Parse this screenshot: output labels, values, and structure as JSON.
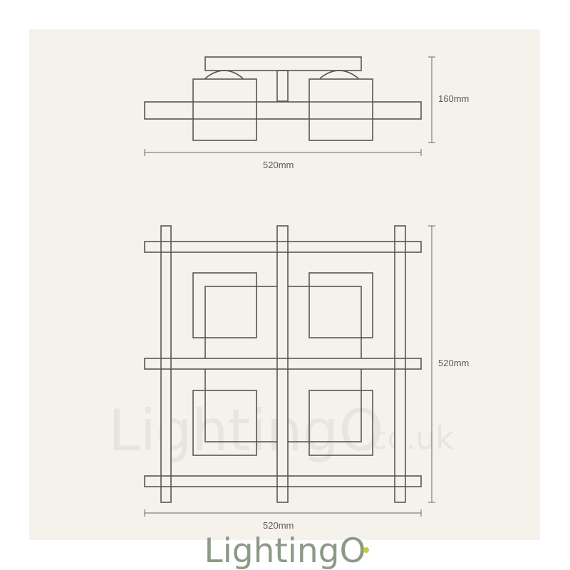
{
  "dimensions": {
    "top_width": "520mm",
    "top_height": "160mm",
    "bottom_height": "520mm",
    "bottom_width": "520mm"
  },
  "watermark": {
    "main": "LightingO",
    "suffix": ".co.uk"
  },
  "brand": {
    "text": "LightingO",
    "color": "#8c9a84",
    "accent_color": "#c8cc3a"
  },
  "colors": {
    "line": "#5a5550",
    "dimension": "#6a6560",
    "paper": "#f5f2ec"
  }
}
